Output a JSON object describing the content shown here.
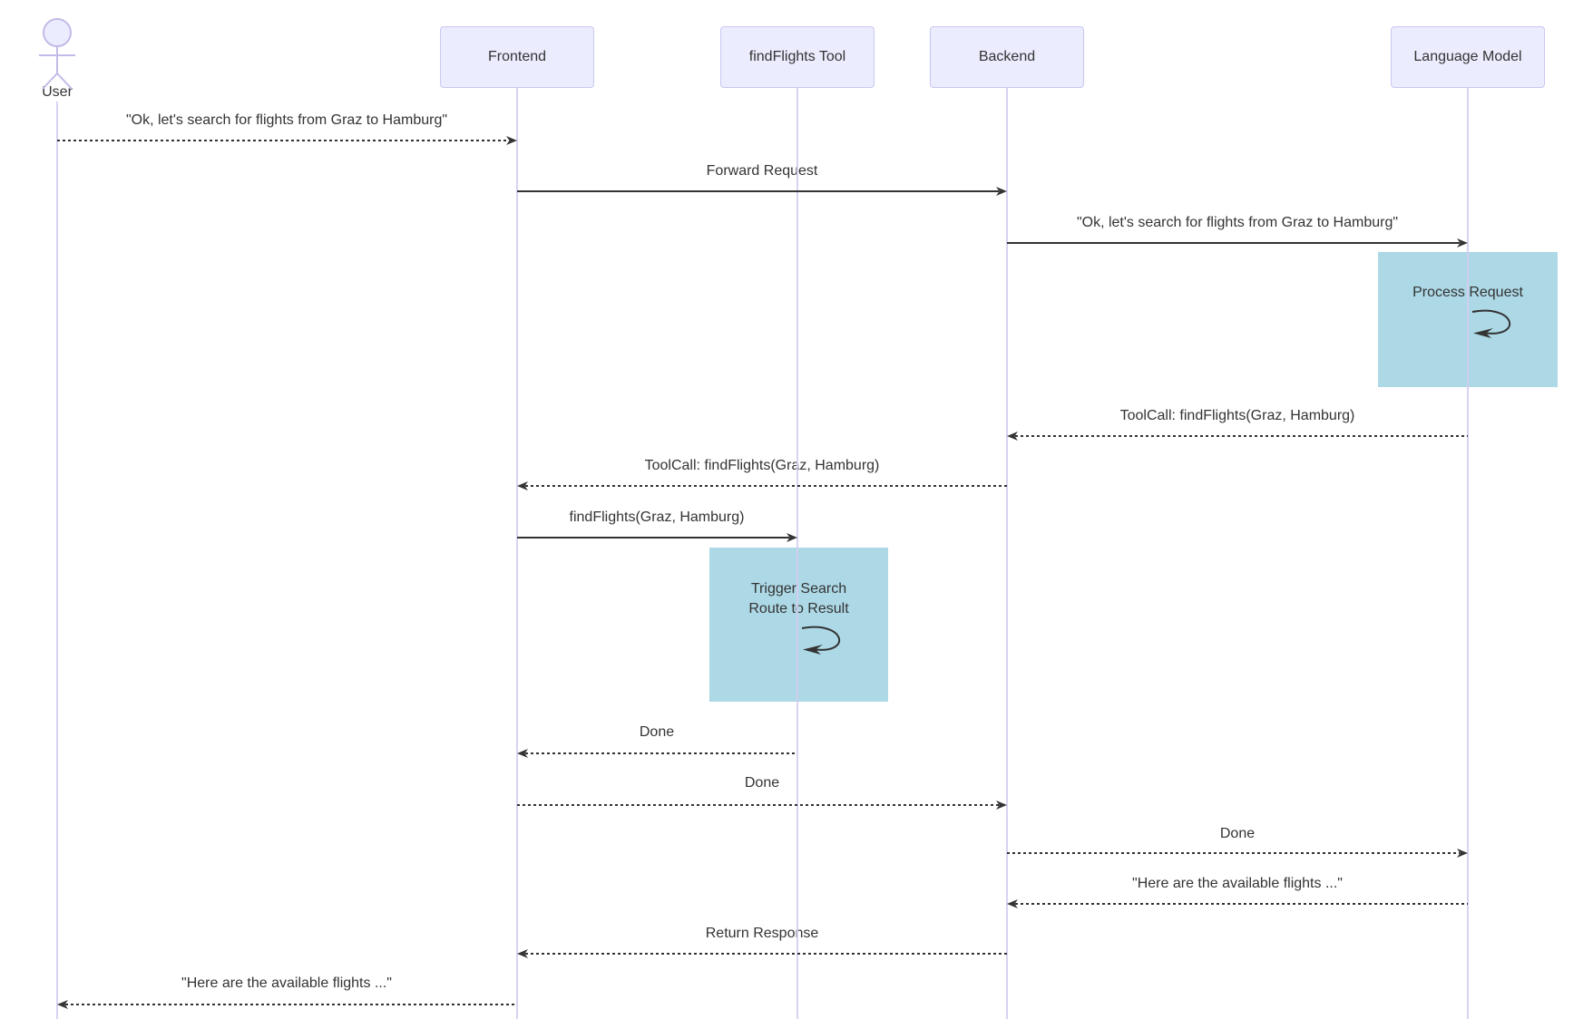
{
  "diagram": {
    "type": "sequence_diagram",
    "participants": [
      {
        "name": "User",
        "kind": "actor"
      },
      {
        "name": "Frontend",
        "kind": "participant"
      },
      {
        "name": "findFlights Tool",
        "kind": "participant"
      },
      {
        "name": "Backend",
        "kind": "participant"
      },
      {
        "name": "Language Model",
        "kind": "participant"
      }
    ],
    "messages": [
      {
        "from": "User",
        "to": "Frontend",
        "style": "dashed",
        "label": "\"Ok, let's search for flights from Graz to Hamburg\""
      },
      {
        "from": "Frontend",
        "to": "Backend",
        "style": "solid",
        "label": "Forward Request"
      },
      {
        "from": "Backend",
        "to": "Language Model",
        "style": "solid",
        "label": "\"Ok, let's search for flights from Graz to Hamburg\""
      },
      {
        "from": "Language Model",
        "to": "Backend",
        "style": "dashed",
        "label": "ToolCall: findFlights(Graz, Hamburg)"
      },
      {
        "from": "Backend",
        "to": "Frontend",
        "style": "dashed",
        "label": "ToolCall: findFlights(Graz, Hamburg)"
      },
      {
        "from": "Frontend",
        "to": "findFlights Tool",
        "style": "solid",
        "label": "findFlights(Graz, Hamburg)"
      },
      {
        "from": "findFlights Tool",
        "to": "Frontend",
        "style": "dashed",
        "label": "Done"
      },
      {
        "from": "Frontend",
        "to": "Backend",
        "style": "dashed",
        "label": "Done"
      },
      {
        "from": "Backend",
        "to": "Language Model",
        "style": "dashed",
        "label": "Done"
      },
      {
        "from": "Language Model",
        "to": "Backend",
        "style": "dashed",
        "label": "\"Here are the available flights ...\""
      },
      {
        "from": "Backend",
        "to": "Frontend",
        "style": "dashed",
        "label": "Return Response"
      },
      {
        "from": "Frontend",
        "to": "User",
        "style": "dashed",
        "label": "\"Here are the available flights ...\""
      }
    ],
    "self_actions": [
      {
        "participant": "Language Model",
        "lines": [
          "Process Request"
        ],
        "highlight": "#ADD8E6"
      },
      {
        "participant": "findFlights Tool",
        "lines": [
          "Trigger Search",
          "Route to Result"
        ],
        "highlight": "#ADD8E6"
      }
    ],
    "colors": {
      "background": "#FFFFFF",
      "actor_fill": "#ECECFF",
      "actor_border": "#C8C8EF",
      "lifeline": "#D5CDF0",
      "highlight_fill": "#ADD8E6",
      "text": "#333333",
      "arrow": "#333333"
    }
  }
}
